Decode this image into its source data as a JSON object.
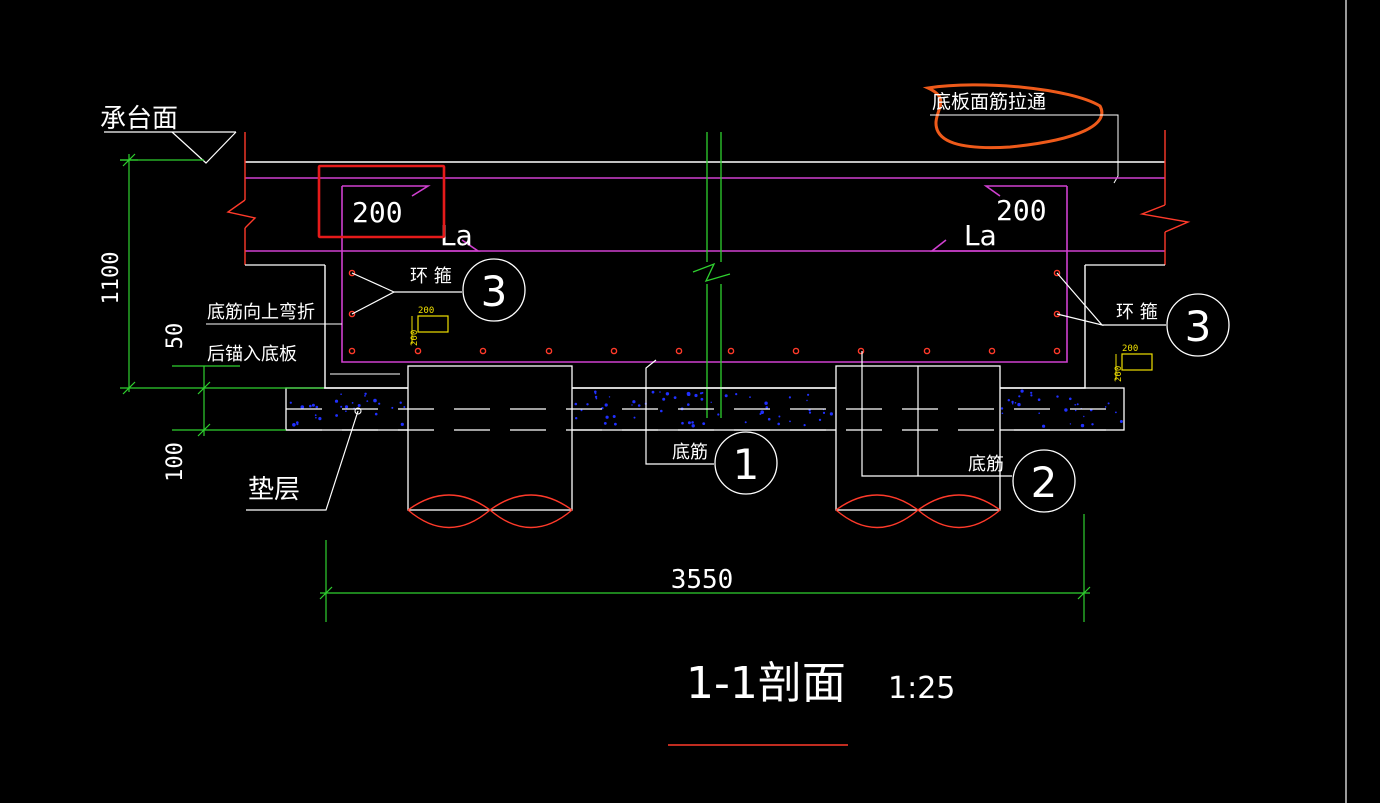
{
  "drawing": {
    "title": "1-1剖面",
    "scale": "1:25",
    "colors": {
      "background": "#000000",
      "outline": "#ffffff",
      "rebar": "#d040d0",
      "dimension": "#2fd02f",
      "pile": "#ff3a2a",
      "highlight_box": "#e51a1a",
      "annotation": "#ee5a1a",
      "tag": "#f0e000",
      "dots": "#2030ff"
    },
    "labels": {
      "cap_surface": "承台面",
      "slab_top_through": "底板面筋拉通",
      "bottom_bar_bend_up": "底筋向上弯折",
      "anchor_into_slab": "后锚入底板",
      "stirrup_left": "环 箍",
      "stirrup_right": "环 箍",
      "bottom_bar_1": "底筋",
      "bottom_bar_2": "底筋",
      "cushion": "垫层",
      "la_left": "La",
      "la_right": "La"
    },
    "dimensions": {
      "height_total": "1100",
      "cover_50": "50",
      "cushion_100": "100",
      "width_total": "3550",
      "hook_left": "200",
      "hook_right": "200",
      "tag_left": "200",
      "tag_right": "200",
      "tag_left_vert": "200",
      "tag_right_vert": "200"
    },
    "callouts": {
      "left_stirrup": "3",
      "right_stirrup": "3",
      "bar1": "1",
      "bar2": "2"
    }
  }
}
